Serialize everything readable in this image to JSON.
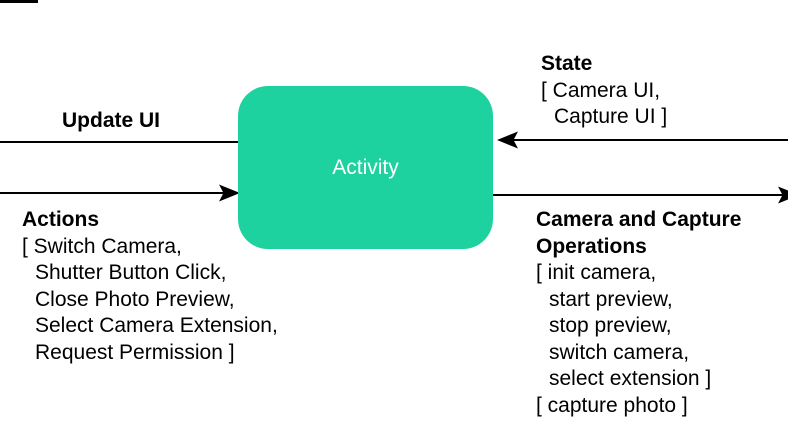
{
  "colors": {
    "node_fill": "#1ED2A0",
    "node_text": "#FFFFFF",
    "arrow": "#000000",
    "background": "#FFFFFF"
  },
  "node": {
    "label": "Activity"
  },
  "labels": {
    "update_ui": "Update UI",
    "state": {
      "title": "State",
      "lines": [
        "[ Camera UI,",
        "Capture UI ]"
      ]
    },
    "actions": {
      "title": "Actions",
      "lines": [
        "[ Switch Camera,",
        "Shutter Button Click,",
        "Close Photo Preview,",
        "Select Camera Extension,",
        "Request Permission ]"
      ]
    },
    "operations": {
      "title_lines": [
        "Camera and Capture",
        "Operations"
      ],
      "lines": [
        "[ init camera,",
        "start preview,",
        "stop preview,",
        "switch camera,",
        "select extension ]",
        "[ capture photo ]"
      ]
    }
  },
  "edges": {
    "update_ui": "arrow from Activity to left edge",
    "actions": "arrow pointing right into Activity",
    "state": "arrow pointing left into Activity from right edge",
    "operations": "arrow from Activity to right edge"
  }
}
